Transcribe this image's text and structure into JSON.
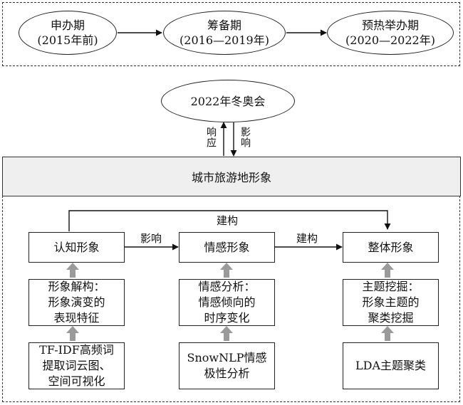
{
  "phases": [
    {
      "title": "申办期",
      "period": "(2015年前)"
    },
    {
      "title": "筹备期",
      "period": "(2016—2019年)"
    },
    {
      "title": "预热举办期",
      "period": "(2020—2022年)"
    }
  ],
  "event": "2022年冬奥会",
  "arrow_labels": {
    "response": "响应",
    "influence": "影响",
    "build_top": "建构",
    "influence_mid": "影响",
    "build_mid": "建构"
  },
  "banner": "城市旅游地形象",
  "columns": [
    {
      "head": "认知形象",
      "method": [
        "形象解构：",
        "形象演变的",
        "表现特征"
      ],
      "tool": [
        "TF-IDF高频词",
        "提取词云图、",
        "空间可视化"
      ]
    },
    {
      "head": "情感形象",
      "method": [
        "情感分析：",
        "情感倾向的",
        "时序变化"
      ],
      "tool": [
        "SnowNLP情感",
        "极性分析"
      ]
    },
    {
      "head": "整体形象",
      "method": [
        "主题挖掘：",
        "形象主题的",
        "聚类挖掘"
      ],
      "tool": [
        "LDA主题聚类"
      ]
    }
  ]
}
